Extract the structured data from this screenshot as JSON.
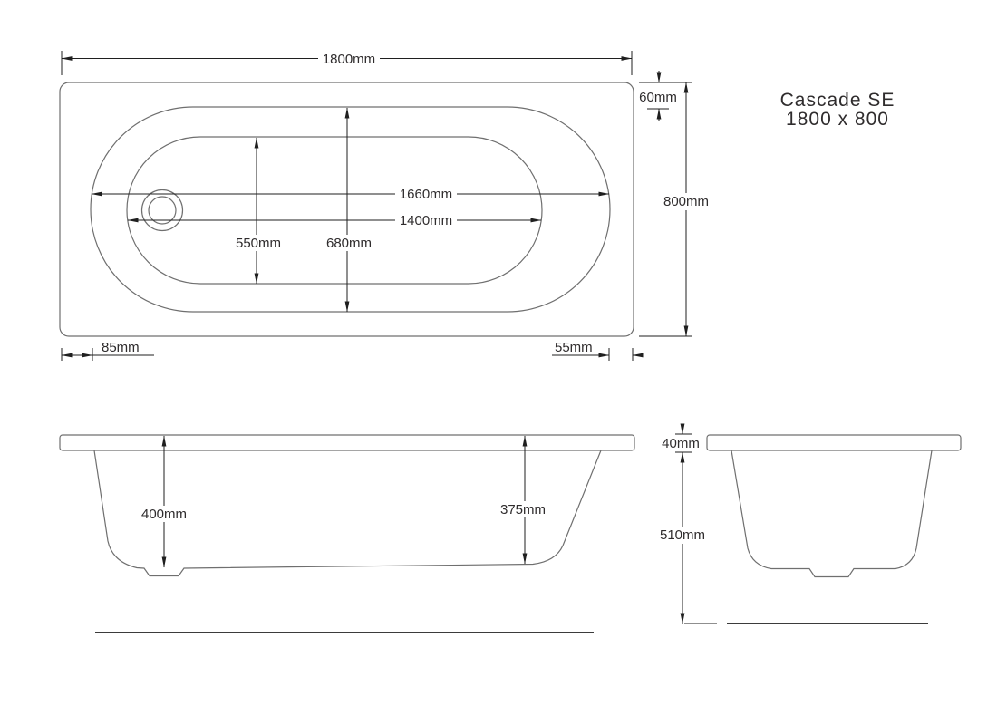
{
  "drawing": {
    "title": "Cascade SE",
    "subtitle": "1800 x 800",
    "plan_view": {
      "overall_length": "1800mm",
      "overall_width": "800mm",
      "rim_width_foot_end": "60mm",
      "inner_length_rim": "1660mm",
      "inner_length_base": "1400mm",
      "inner_width_base": "550mm",
      "inner_width_rim": "680mm",
      "rim_width_head_end": "85mm",
      "rim_gap_foot_end": "55mm"
    },
    "side_view": {
      "depth_head_end": "400mm",
      "depth_foot_end": "375mm"
    },
    "end_view": {
      "rim_thickness": "40mm",
      "height_below_rim": "510mm"
    }
  },
  "colors": {
    "outline": "#6f6f6f",
    "dimension": "#1f1f1f",
    "text": "#2f2c2d",
    "background": "#ffffff"
  }
}
